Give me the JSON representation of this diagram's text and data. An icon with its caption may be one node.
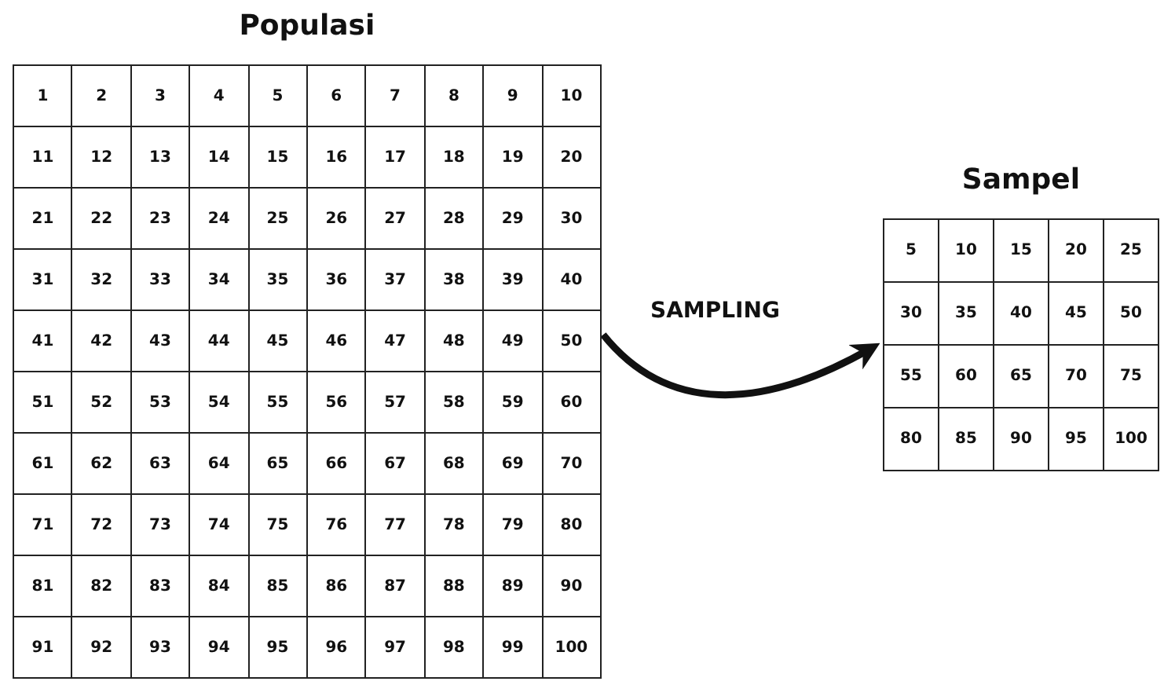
{
  "diagram": {
    "nodes": [
      {
        "text": [
          "Populasi"
        ]
      },
      {
        "text": [
          "Sampel"
        ]
      }
    ],
    "edges": [
      {
        "from": 0,
        "to": 1,
        "arrow": "to",
        "label": "SAMPLING"
      }
    ],
    "labels": [
      "1",
      "2",
      "3",
      "4",
      "5",
      "6",
      "7",
      "8",
      "9",
      "10",
      "11",
      "12",
      "13",
      "14",
      "15",
      "16",
      "17",
      "18",
      "19",
      "20",
      "21",
      "22",
      "23",
      "24",
      "25",
      "26",
      "27",
      "28",
      "29",
      "30",
      "31",
      "32",
      "33",
      "34",
      "35",
      "36",
      "37",
      "38",
      "39",
      "40",
      "41",
      "42",
      "43",
      "44",
      "45",
      "46",
      "47",
      "48",
      "49",
      "50",
      "51",
      "52",
      "53",
      "54",
      "55",
      "56",
      "57",
      "58",
      "59",
      "60",
      "61",
      "62",
      "63",
      "64",
      "65",
      "66",
      "67",
      "68",
      "69",
      "70",
      "71",
      "72",
      "73",
      "74",
      "75",
      "76",
      "77",
      "78",
      "79",
      "80",
      "81",
      "82",
      "83",
      "84",
      "85",
      "86",
      "87",
      "88",
      "89",
      "90",
      "91",
      "92",
      "93",
      "94",
      "95",
      "96",
      "97",
      "98",
      "99",
      "100",
      "5",
      "10",
      "15",
      "20",
      "25",
      "30",
      "35",
      "40",
      "45",
      "50",
      "55",
      "60",
      "65",
      "70",
      "75",
      "80",
      "85",
      "90",
      "95",
      "100"
    ]
  }
}
